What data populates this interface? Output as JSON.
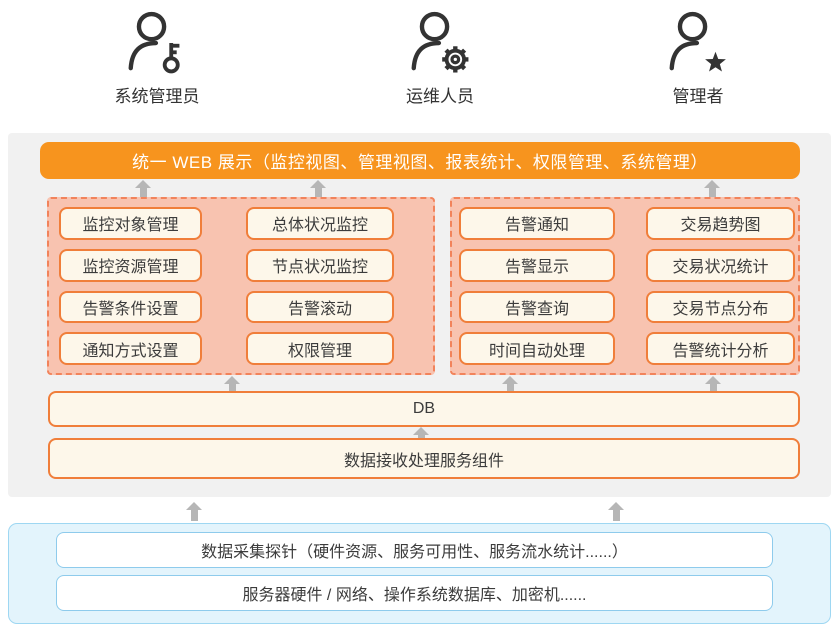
{
  "actors": [
    {
      "icon": "user-key-icon",
      "label": "系统管理员"
    },
    {
      "icon": "user-gear-icon",
      "label": "运维人员"
    },
    {
      "icon": "user-star-icon",
      "label": "管理者"
    }
  ],
  "banner": {
    "label": "统一 WEB 展示（监控视图、管理视图、报表统计、权限管理、系统管理）"
  },
  "module_groups": [
    {
      "name": "monitor-management-modules",
      "columns": [
        [
          "监控对象管理",
          "监控资源管理",
          "告警条件设置",
          "通知方式设置"
        ],
        [
          "总体状况监控",
          "节点状况监控",
          "告警滚动",
          "权限管理"
        ]
      ]
    },
    {
      "name": "alert-trade-modules",
      "columns": [
        [
          "告警通知",
          "告警显示",
          "告警查询",
          "时间自动处理"
        ],
        [
          "交易趋势图",
          "交易状况统计",
          "交易节点分布",
          "告警统计分析"
        ]
      ]
    }
  ],
  "middleware": {
    "db_label": "DB",
    "service_label": "数据接收处理服务组件"
  },
  "collection_layer": {
    "rows": [
      "数据采集探针（硬件资源、服务可用性、服务流水统计......）",
      "服务器硬件 / 网络、操作系统数据库、加密机......"
    ]
  },
  "colors": {
    "banner_orange": "#f7941e",
    "module_box_fill": "#f8c3b0",
    "module_box_border": "#f2835b",
    "button_fill": "#fdf7ea",
    "button_border": "#f07e3a",
    "panel_gray": "#f1f1f1",
    "collection_panel_fill": "#e3f4fc",
    "collection_border": "#8ecbec",
    "arrow_gray": "#b6b6b6",
    "text_dark": "#3a3a3a"
  }
}
